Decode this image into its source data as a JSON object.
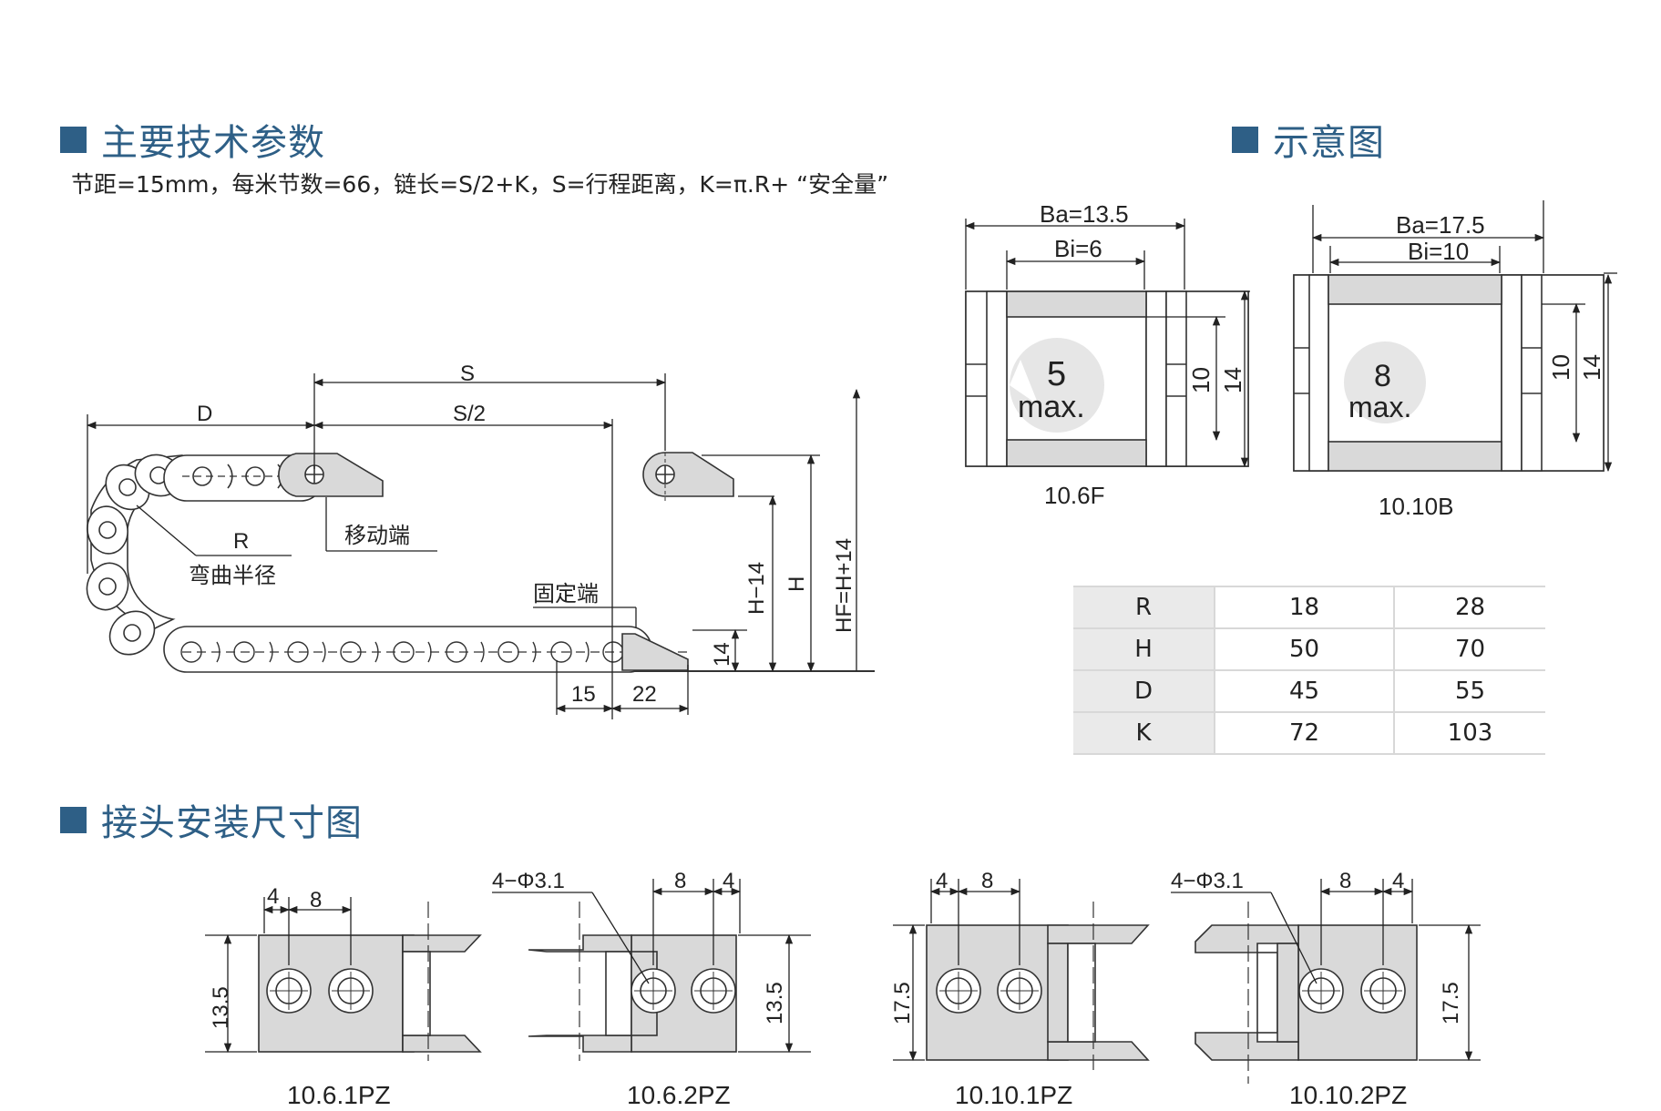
{
  "sections": {
    "main_params": "主要技术参数",
    "schematic": "示意图",
    "connector_dims": "接头安装尺寸图"
  },
  "description": "节距=15mm，每米节数=66，链长=S/2+K，S=行程距离，K=π.R+ “安全量”",
  "chain_diagram": {
    "S": "S",
    "S_half": "S/2",
    "D": "D",
    "R": "R",
    "bend_radius": "弯曲半径",
    "moving_end": "移动端",
    "fixed_end": "固定端",
    "H_minus_14": "H−14",
    "H": "H",
    "HF": "HF=H+14",
    "dim_14": "14",
    "dim_15": "15",
    "dim_22": "22"
  },
  "cross_sections": [
    {
      "model": "10.6F",
      "Ba": "Ba=13.5",
      "Bi": "Bi=6",
      "max_num": "5",
      "max_label": "max.",
      "inner_h": "10",
      "outer_h": "14"
    },
    {
      "model": "10.10B",
      "Ba": "Ba=17.5",
      "Bi": "Bi=10",
      "max_num": "8",
      "max_label": "max.",
      "inner_h": "10",
      "outer_h": "14"
    }
  ],
  "spec_table": [
    {
      "param": "R",
      "v1": "18",
      "v2": "28"
    },
    {
      "param": "H",
      "v1": "50",
      "v2": "70"
    },
    {
      "param": "D",
      "v1": "45",
      "v2": "55"
    },
    {
      "param": "K",
      "v1": "72",
      "v2": "103"
    }
  ],
  "connectors": [
    {
      "model": "10.6.1PZ",
      "d1": "4",
      "d2": "8",
      "height": "13.5"
    },
    {
      "model": "10.6.2PZ",
      "hole": "4−Φ3.1",
      "d1": "8",
      "d2": "4",
      "height": "13.5"
    },
    {
      "model": "10.10.1PZ",
      "d1": "4",
      "d2": "8",
      "height": "17.5"
    },
    {
      "model": "10.10.2PZ",
      "hole": "4−Φ3.1",
      "d1": "8",
      "d2": "4",
      "height": "17.5"
    }
  ],
  "colors": {
    "accent": "#2e5f86",
    "part_fill": "#d9d9d9",
    "table_header": "#eaeaea"
  }
}
